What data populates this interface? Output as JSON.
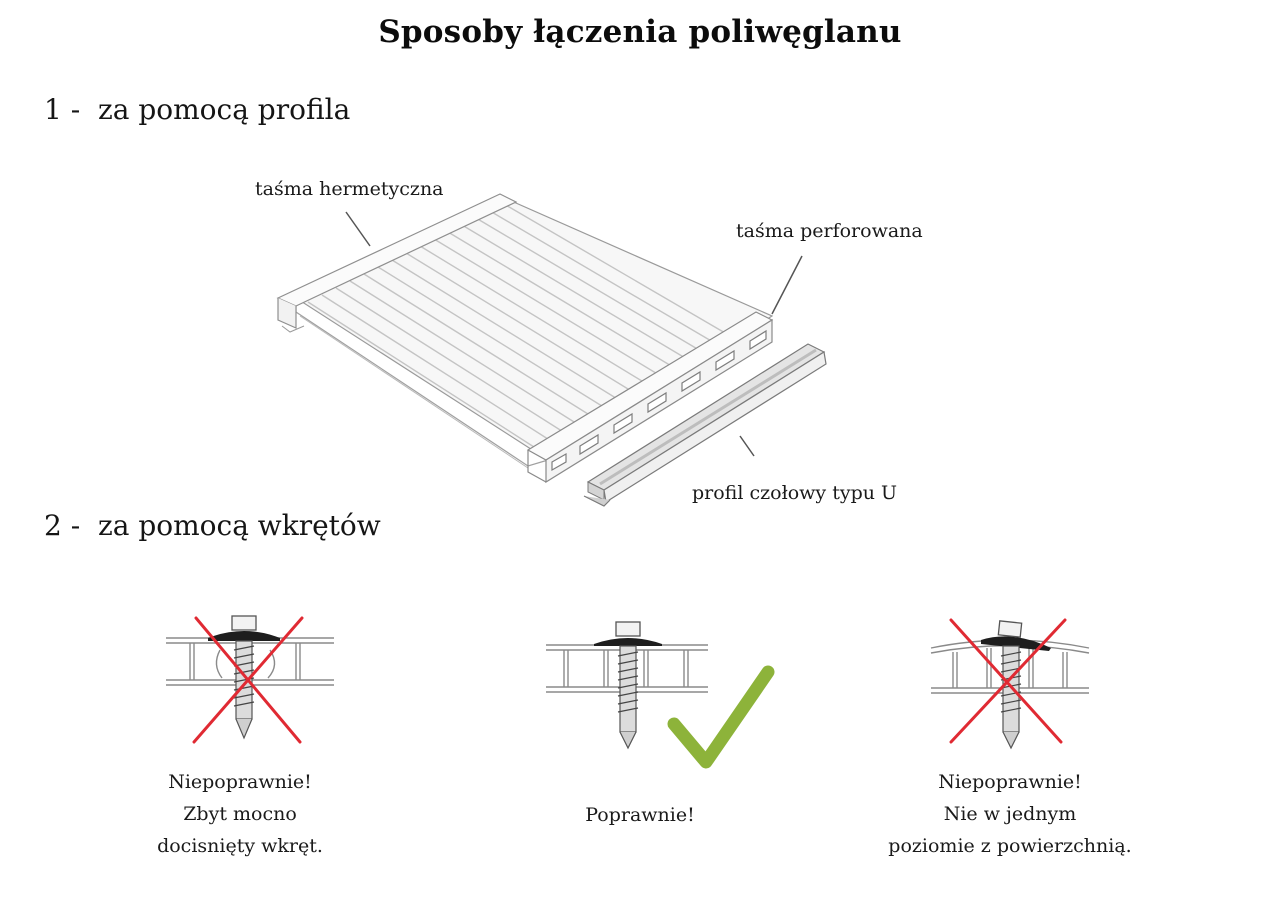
{
  "title": "Sposoby łączenia poliwęglanu",
  "sections": [
    {
      "heading": "1 -  za pomocą profila",
      "diagram": {
        "type": "exploded-assembly",
        "labels": {
          "sealing_tape": "taśma hermetyczna",
          "perforated_tape": "taśma perforowana",
          "u_profile": "profil czołowy typu U"
        }
      }
    },
    {
      "heading": "2 -  za pomocą wkrętów",
      "examples": [
        {
          "status": "incorrect",
          "mark": "red-x",
          "caption_lines": [
            "Niepoprawnie!",
            "Zbyt mocno",
            "docisnięty wkręt."
          ]
        },
        {
          "status": "correct",
          "mark": "green-check",
          "caption_lines": [
            "Poprawnie!"
          ]
        },
        {
          "status": "incorrect",
          "mark": "red-x",
          "caption_lines": [
            "Niepoprawnie!",
            "Nie w jednym",
            "poziomie z powierzchnią."
          ]
        }
      ]
    }
  ],
  "colors": {
    "cross": "#e02a33",
    "check": "#8db33a",
    "line_art": "#8a8a8a"
  }
}
